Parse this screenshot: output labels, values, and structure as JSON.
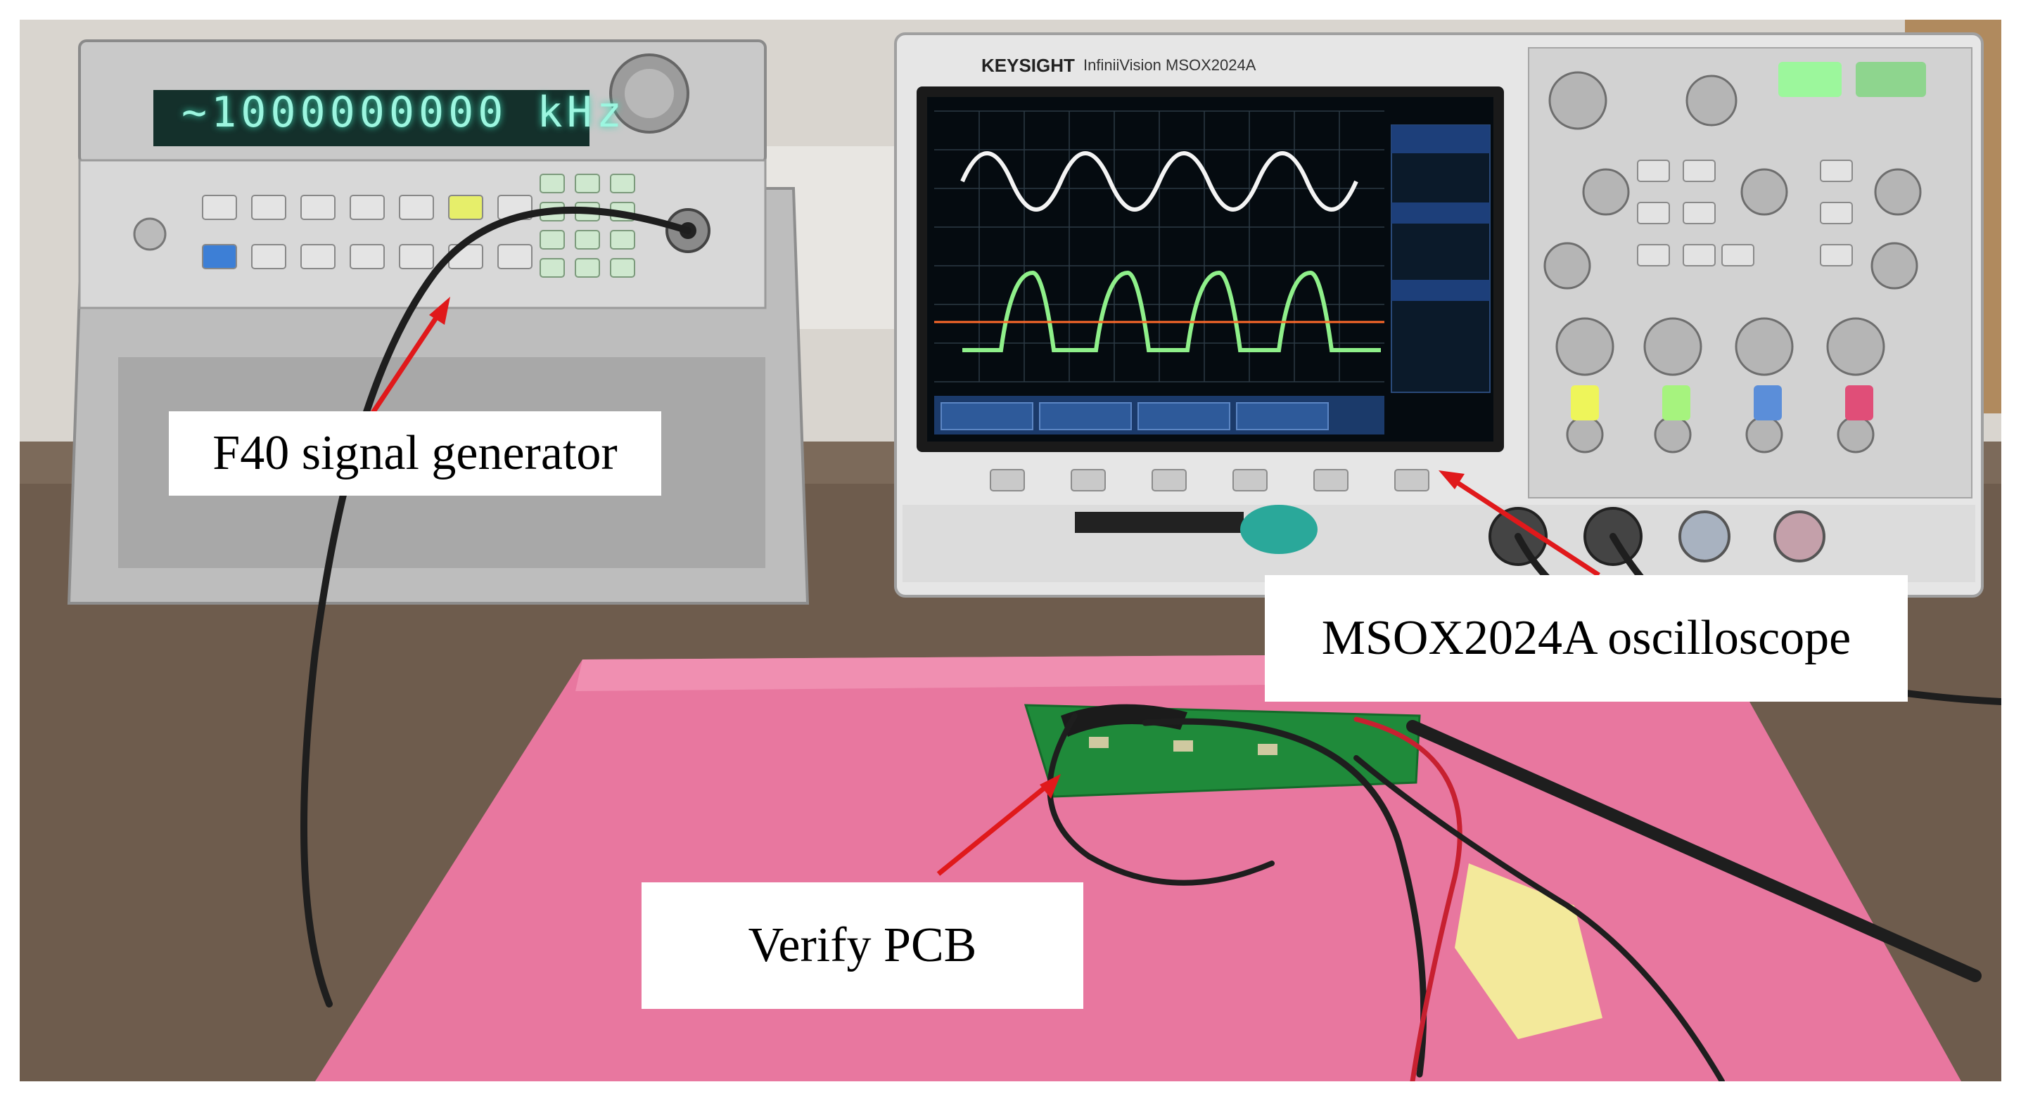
{
  "callouts": {
    "signal_generator": "F40 signal generator",
    "oscilloscope": "MSOX2024A oscilloscope",
    "pcb": "Verify PCB"
  },
  "instruments": {
    "generator_display": "~1000000000 kHz",
    "scope_brand": "KEYSIGHT",
    "scope_model": "InfiniiVision MSOX2024A"
  },
  "colors": {
    "arrow": "#e0191b",
    "foam": "#e8779f",
    "pcb": "#1f8a3a",
    "trace_white": "#f4f4f4",
    "trace_green": "#8ff08a",
    "trace_orange": "#ff6a2a"
  }
}
